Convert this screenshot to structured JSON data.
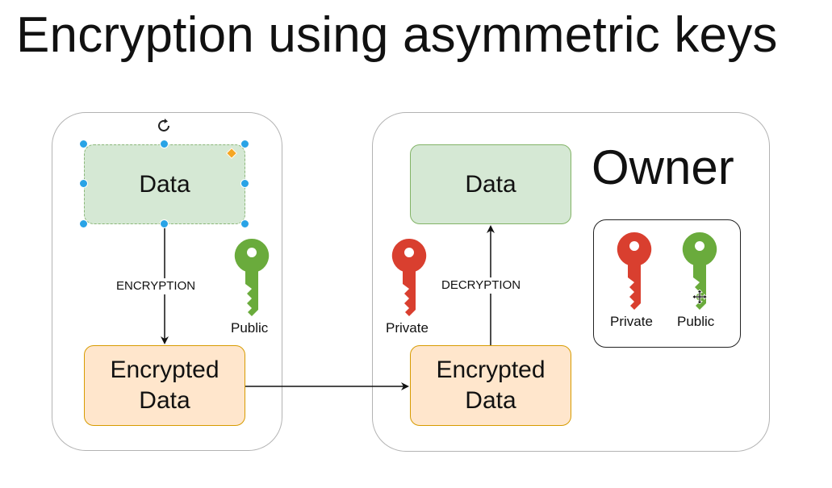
{
  "title": "Encryption using asymmetric keys",
  "sender": {
    "data_label": "Data",
    "encrypted_label": "Encrypted\nData",
    "edge_label": "ENCRYPTION",
    "key_caption": "Public",
    "key_color": "#6aab3c"
  },
  "owner": {
    "heading": "Owner",
    "data_label": "Data",
    "encrypted_label": "Encrypted\nData",
    "edge_label": "DECRYPTION",
    "key_caption": "Private",
    "key_color": "#d93f2f",
    "legend": {
      "private_caption": "Private",
      "public_caption": "Public",
      "private_color": "#d93f2f",
      "public_color": "#6aab3c"
    }
  },
  "colors": {
    "data_fill": "#d5e8d4",
    "data_stroke": "#82b366",
    "encrypted_fill": "#ffe6cc",
    "encrypted_stroke": "#d79b00",
    "selection_handle": "#29a3e6"
  },
  "icons": {
    "rotate": "rotate-icon",
    "move": "move-cursor-icon",
    "key": "key-icon"
  }
}
